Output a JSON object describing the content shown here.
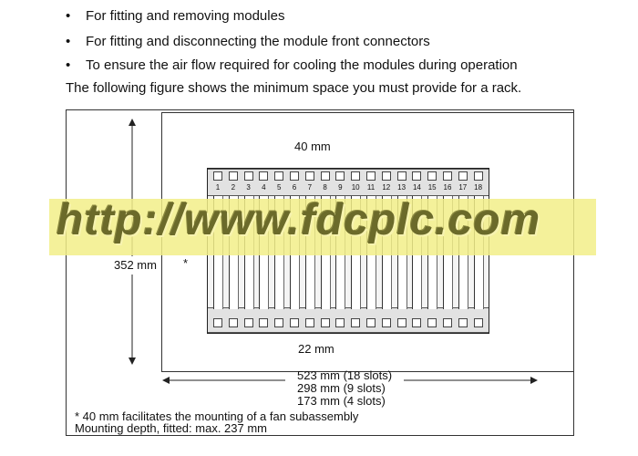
{
  "bullets": [
    "For fitting and removing modules",
    "For fitting and disconnecting the module front connectors",
    "To ensure the air flow required for cooling the modules during operation"
  ],
  "intro": "The following figure shows the minimum space you must provide for a rack.",
  "figure": {
    "top_clearance": "40 mm",
    "height_label": "352 mm",
    "asterisk": "*",
    "bottom_clearance": "22 mm",
    "width_lines": [
      "523 mm (18 slots)",
      "298 mm (9 slots)",
      "173 mm (4 slots)"
    ],
    "slot_numbers": [
      "1",
      "2",
      "3",
      "4",
      "5",
      "6",
      "7",
      "8",
      "9",
      "10",
      "11",
      "12",
      "13",
      "14",
      "15",
      "16",
      "17",
      "18"
    ]
  },
  "footnote": {
    "line1": "* 40 mm facilitates the mounting of a fan subassembly",
    "line2": "Mounting depth, fitted: max. 237 mm"
  },
  "watermark": "http://www.fdcplc.com"
}
